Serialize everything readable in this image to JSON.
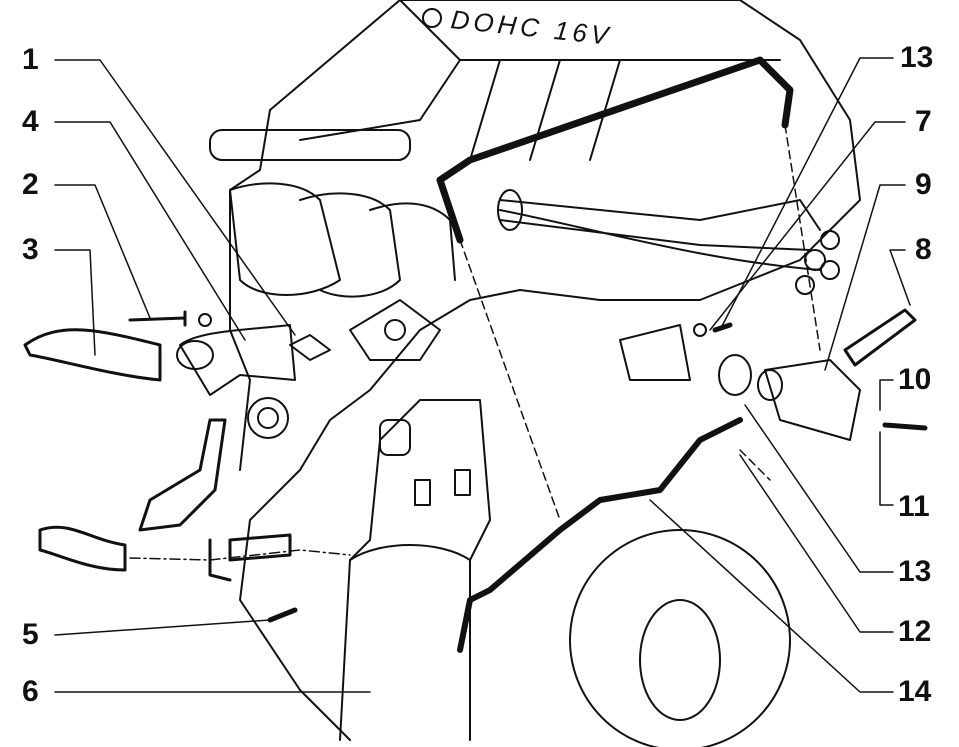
{
  "diagram": {
    "engine_badge": "DOHC 16V",
    "callouts_left": [
      {
        "id": "c1",
        "label": "1"
      },
      {
        "id": "c4",
        "label": "4"
      },
      {
        "id": "c2",
        "label": "2"
      },
      {
        "id": "c3",
        "label": "3"
      },
      {
        "id": "c5",
        "label": "5"
      },
      {
        "id": "c6",
        "label": "6"
      }
    ],
    "callouts_right": [
      {
        "id": "c13a",
        "label": "13"
      },
      {
        "id": "c7",
        "label": "7"
      },
      {
        "id": "c9",
        "label": "9"
      },
      {
        "id": "c8",
        "label": "8"
      },
      {
        "id": "c10",
        "label": "10"
      },
      {
        "id": "c11",
        "label": "11"
      },
      {
        "id": "c13b",
        "label": "13"
      },
      {
        "id": "c12",
        "label": "12"
      },
      {
        "id": "c14",
        "label": "14"
      }
    ],
    "colors": {
      "ink": "#111111",
      "paper": "#ffffff"
    }
  }
}
